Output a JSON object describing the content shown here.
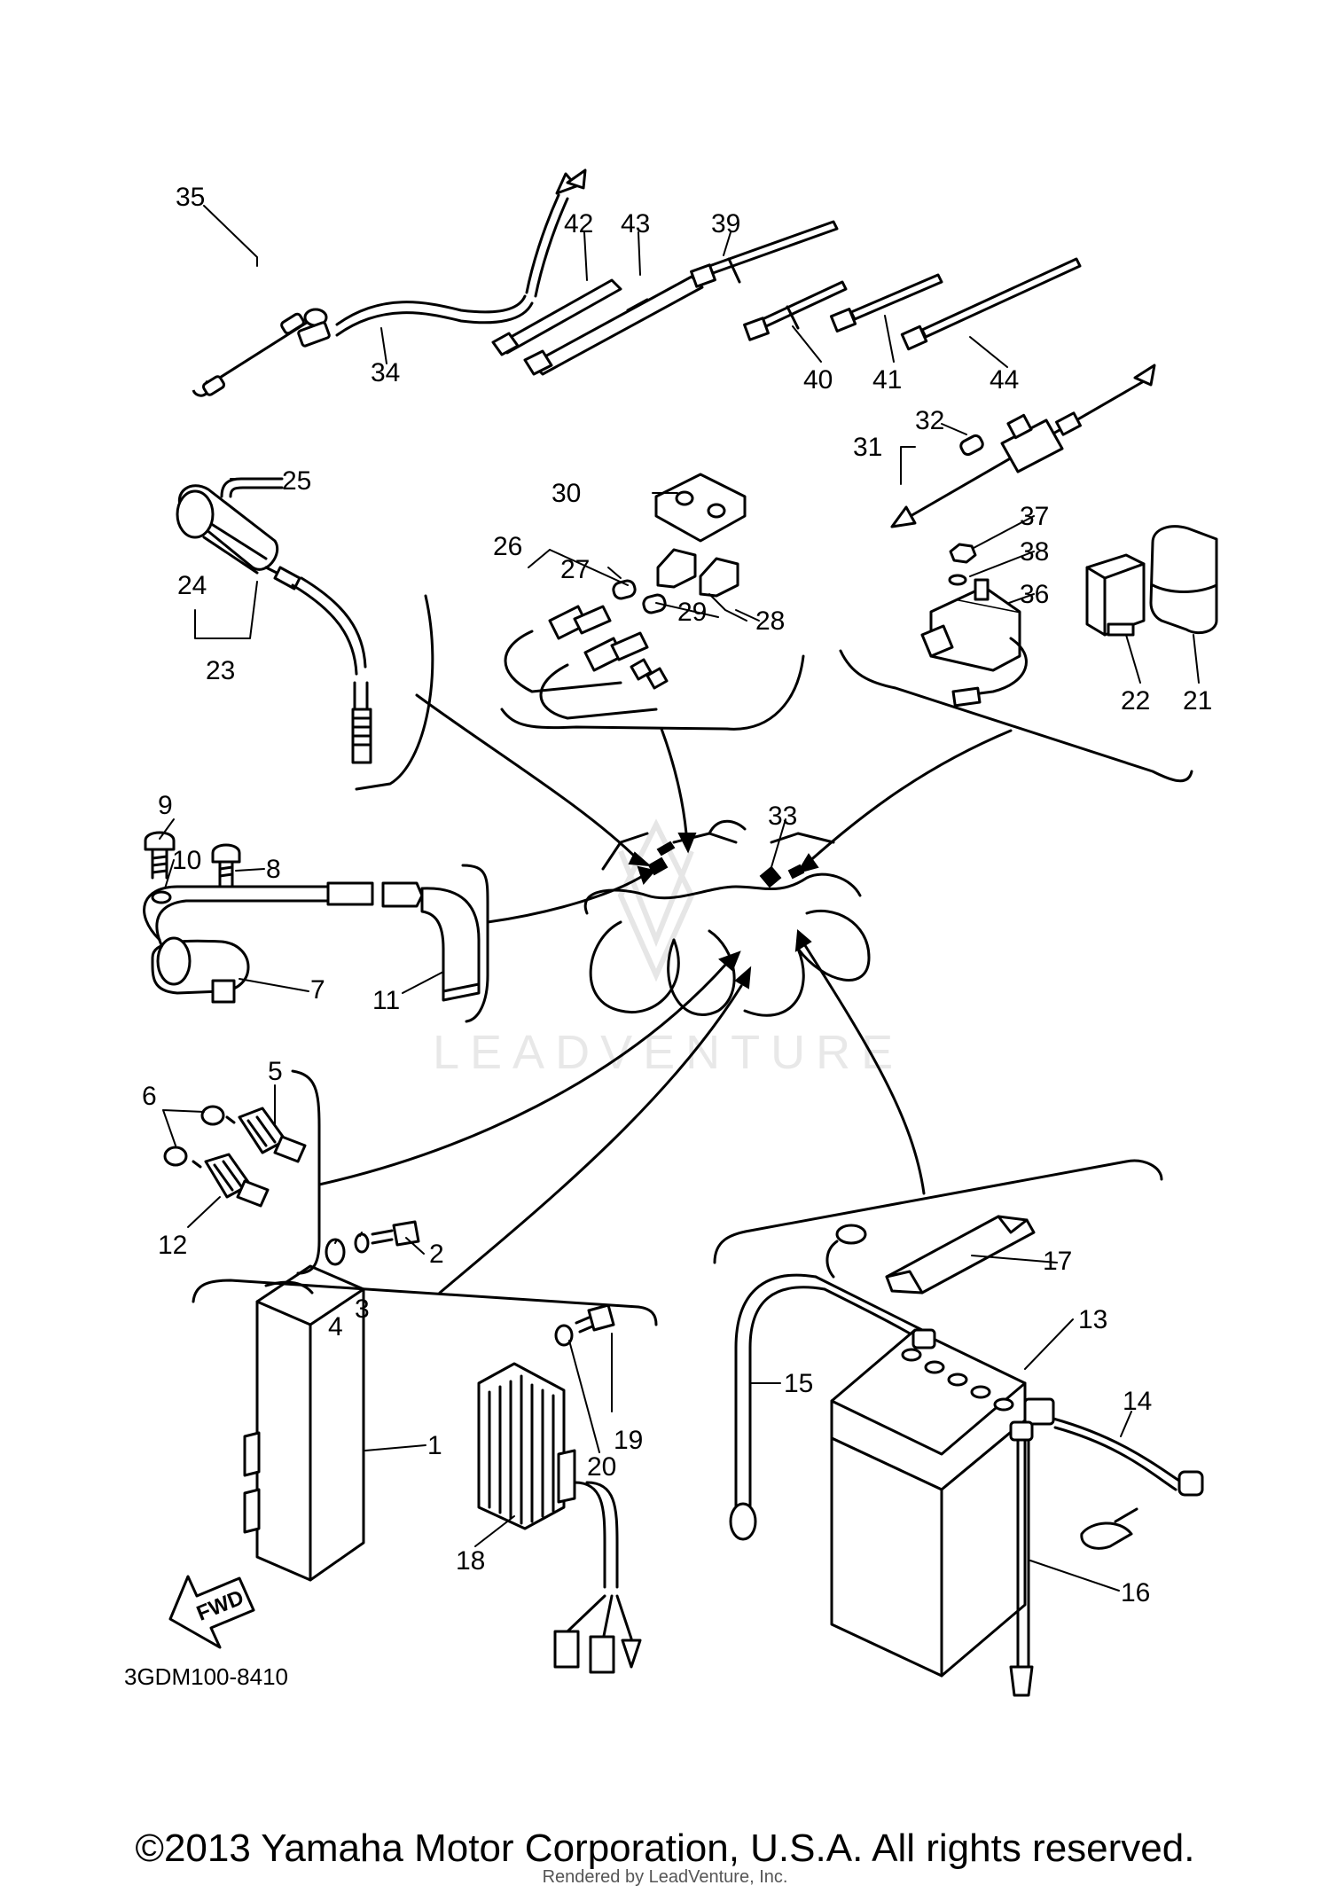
{
  "diagram": {
    "code": "3GDM100-8410",
    "fwd_label": "FWD",
    "watermark": "LEADVENTURE"
  },
  "callouts": [
    {
      "id": "1",
      "label": "1"
    },
    {
      "id": "2",
      "label": "2"
    },
    {
      "id": "3",
      "label": "3"
    },
    {
      "id": "4",
      "label": "4"
    },
    {
      "id": "5",
      "label": "5"
    },
    {
      "id": "6",
      "label": "6"
    },
    {
      "id": "7",
      "label": "7"
    },
    {
      "id": "8",
      "label": "8"
    },
    {
      "id": "9",
      "label": "9"
    },
    {
      "id": "10",
      "label": "10"
    },
    {
      "id": "11",
      "label": "11"
    },
    {
      "id": "12",
      "label": "12"
    },
    {
      "id": "13",
      "label": "13"
    },
    {
      "id": "14",
      "label": "14"
    },
    {
      "id": "15",
      "label": "15"
    },
    {
      "id": "16",
      "label": "16"
    },
    {
      "id": "17",
      "label": "17"
    },
    {
      "id": "18",
      "label": "18"
    },
    {
      "id": "19",
      "label": "19"
    },
    {
      "id": "20",
      "label": "20"
    },
    {
      "id": "21",
      "label": "21"
    },
    {
      "id": "22",
      "label": "22"
    },
    {
      "id": "23",
      "label": "23"
    },
    {
      "id": "24",
      "label": "24"
    },
    {
      "id": "25",
      "label": "25"
    },
    {
      "id": "26",
      "label": "26"
    },
    {
      "id": "27",
      "label": "27"
    },
    {
      "id": "28",
      "label": "28"
    },
    {
      "id": "29",
      "label": "29"
    },
    {
      "id": "30",
      "label": "30"
    },
    {
      "id": "31",
      "label": "31"
    },
    {
      "id": "32",
      "label": "32"
    },
    {
      "id": "33",
      "label": "33"
    },
    {
      "id": "34",
      "label": "34"
    },
    {
      "id": "35",
      "label": "35"
    },
    {
      "id": "36",
      "label": "36"
    },
    {
      "id": "37",
      "label": "37"
    },
    {
      "id": "38",
      "label": "38"
    },
    {
      "id": "39",
      "label": "39"
    },
    {
      "id": "40",
      "label": "40"
    },
    {
      "id": "41",
      "label": "41"
    },
    {
      "id": "42",
      "label": "42"
    },
    {
      "id": "43",
      "label": "43"
    },
    {
      "id": "44",
      "label": "44"
    }
  ],
  "footer": {
    "copyright": "©2013 Yamaha Motor Corporation, U.S.A. All rights reserved.",
    "rendered_by": "Rendered by LeadVenture, Inc."
  }
}
